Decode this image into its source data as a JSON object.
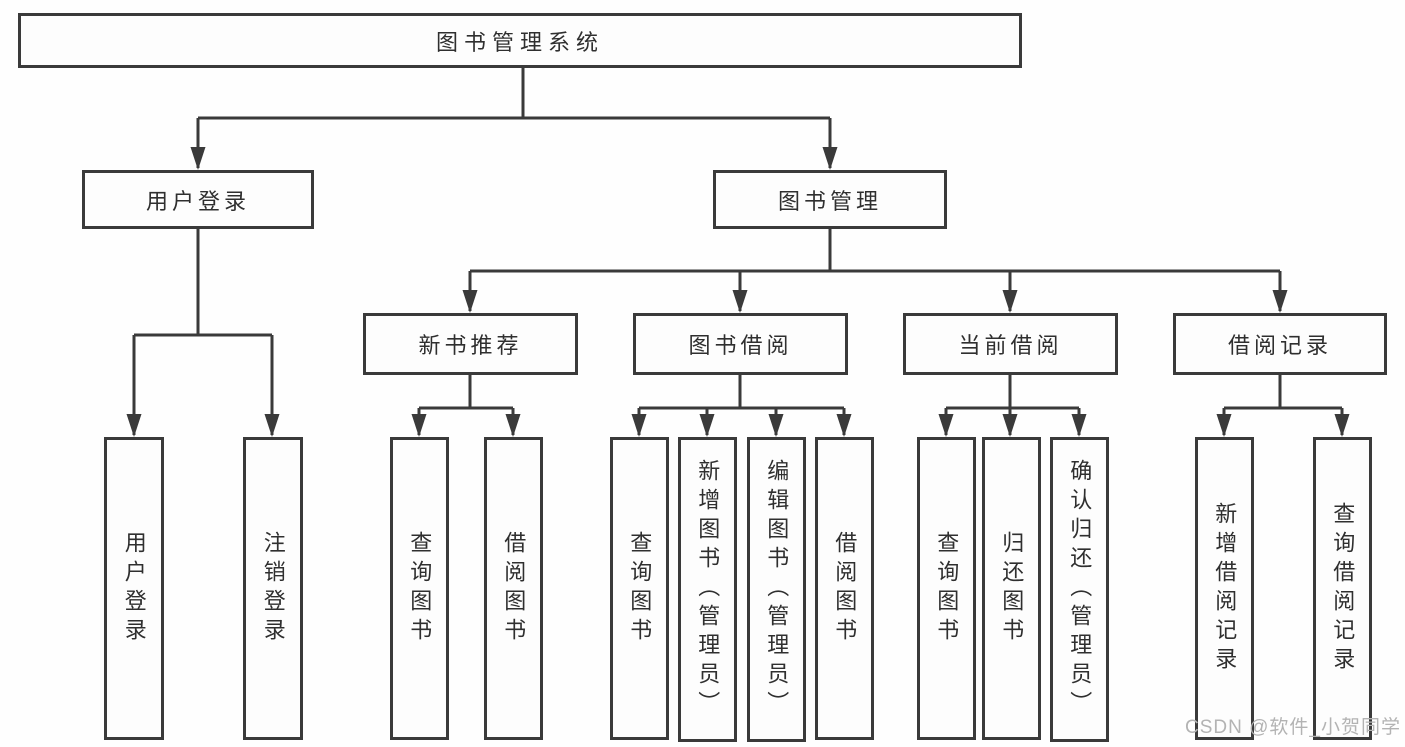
{
  "watermark": {
    "text": "CSDN @软件_小贺同学",
    "color": "#b3b3b3"
  },
  "colors": {
    "line": "#3a3a3a",
    "box_border": "#3a3a3a",
    "text": "#2f2f2f",
    "background": "#ffffff",
    "watermark": "#b3b3b3"
  },
  "tree": {
    "label": "图书管理系统",
    "children": [
      {
        "label": "用户登录",
        "children": [
          {
            "label": "用户登录"
          },
          {
            "label": "注销登录"
          }
        ]
      },
      {
        "label": "图书管理",
        "children": [
          {
            "label": "新书推荐",
            "children": [
              {
                "label": "查询图书"
              },
              {
                "label": "借阅图书"
              }
            ]
          },
          {
            "label": "图书借阅",
            "children": [
              {
                "label": "查询图书"
              },
              {
                "label": "新增图书（管理员）"
              },
              {
                "label": "编辑图书（管理员）"
              },
              {
                "label": "借阅图书"
              }
            ]
          },
          {
            "label": "当前借阅",
            "children": [
              {
                "label": "查询图书"
              },
              {
                "label": "归还图书"
              },
              {
                "label": "确认归还（管理员）"
              }
            ]
          },
          {
            "label": "借阅记录",
            "children": [
              {
                "label": "新增借阅记录"
              },
              {
                "label": "查询借阅记录"
              }
            ]
          }
        ]
      }
    ]
  }
}
